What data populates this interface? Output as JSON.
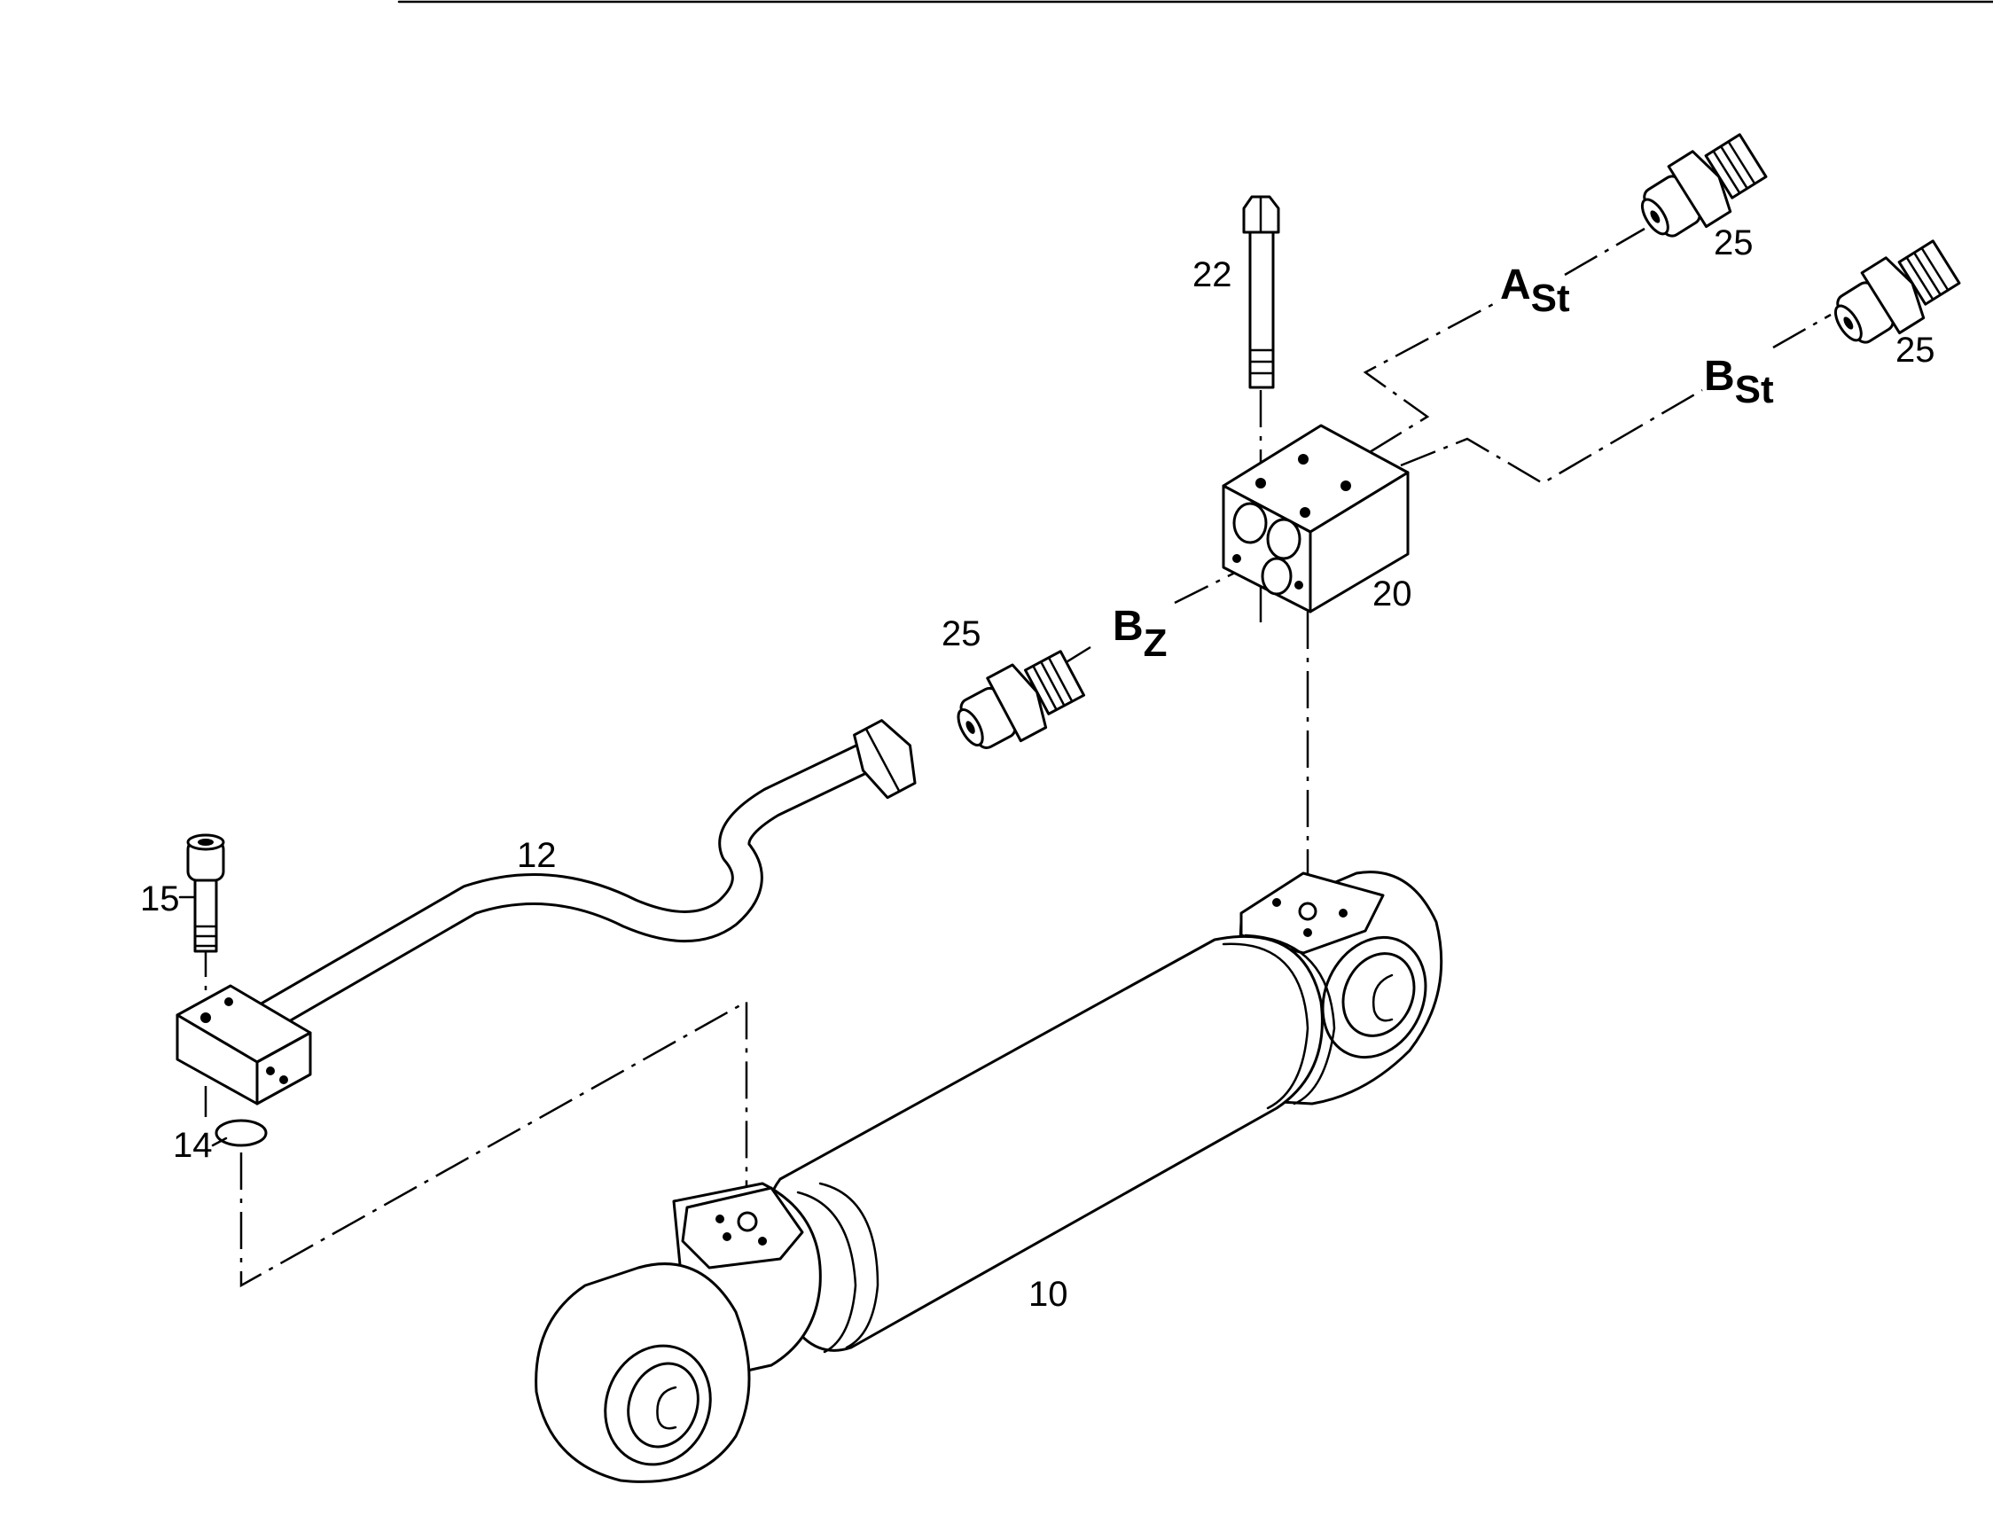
{
  "callouts": {
    "n10": "10",
    "n12": "12",
    "n14": "14",
    "n15": "15",
    "n20": "20",
    "n22": "22",
    "n25_a": "25",
    "n25_b": "25",
    "n25_c": "25"
  },
  "ports": {
    "a_st": {
      "letter": "A",
      "sub": "St"
    },
    "b_st": {
      "letter": "B",
      "sub": "St"
    },
    "b_z": {
      "letter": "B",
      "sub": "Z"
    }
  }
}
